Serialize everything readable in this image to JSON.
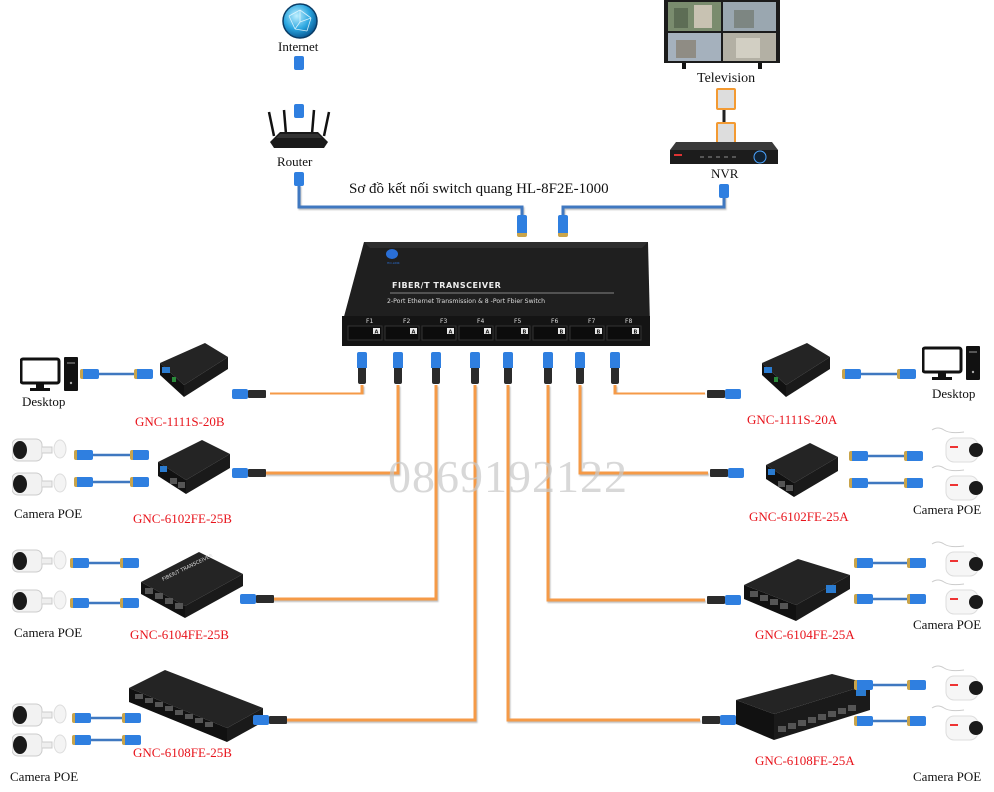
{
  "title": "Sơ đồ kết nối switch  quang HL-8F2E-1000",
  "watermark": "0869192122",
  "colors": {
    "fiber": "#f59a46",
    "ethernet": "#3f78c0",
    "model_label": "#e8141c",
    "device_body": "#1e1e1e",
    "connector_blue": "#2f7fe0"
  },
  "top": {
    "internet": {
      "label": "Internet",
      "icon": "globe-icon"
    },
    "router": {
      "label": "Router",
      "icon": "router-icon"
    },
    "television": {
      "label": "Television",
      "icon": "tv-icon"
    },
    "nvr": {
      "label": "NVR",
      "icon": "nvr-icon"
    }
  },
  "main_switch": {
    "model": "HL-8F2E-1000",
    "face_title": "FIBER/T  TRANSCEIVER",
    "face_subtitle": "2-Port Ethernet Transmission & 8 -Port Fbier Switch",
    "ports": [
      {
        "name": "F1",
        "type": "A"
      },
      {
        "name": "F2",
        "type": "A"
      },
      {
        "name": "F3",
        "type": "A"
      },
      {
        "name": "F4",
        "type": "A"
      },
      {
        "name": "F5",
        "type": "B"
      },
      {
        "name": "F6",
        "type": "B"
      },
      {
        "name": "F7",
        "type": "B"
      },
      {
        "name": "F8",
        "type": "B"
      }
    ]
  },
  "left": [
    {
      "model": "GNC-1111S-20B",
      "endpoint": "Desktop",
      "port": "F1"
    },
    {
      "model": "GNC-6102FE-25B",
      "endpoint": "Camera  POE",
      "port": "F2"
    },
    {
      "model": "GNC-6104FE-25B",
      "endpoint": "Camera  POE",
      "port": "F3"
    },
    {
      "model": "GNC-6108FE-25B",
      "endpoint": "Camera  POE",
      "port": "F4"
    }
  ],
  "right": [
    {
      "model": "GNC-1111S-20A",
      "endpoint": "Desktop",
      "port": "F8"
    },
    {
      "model": "GNC-6102FE-25A",
      "endpoint": "Camera  POE",
      "port": "F7"
    },
    {
      "model": "GNC-6104FE-25A",
      "endpoint": "Camera  POE",
      "port": "F6"
    },
    {
      "model": "GNC-6108FE-25A",
      "endpoint": "Camera  POE",
      "port": "F5"
    }
  ]
}
